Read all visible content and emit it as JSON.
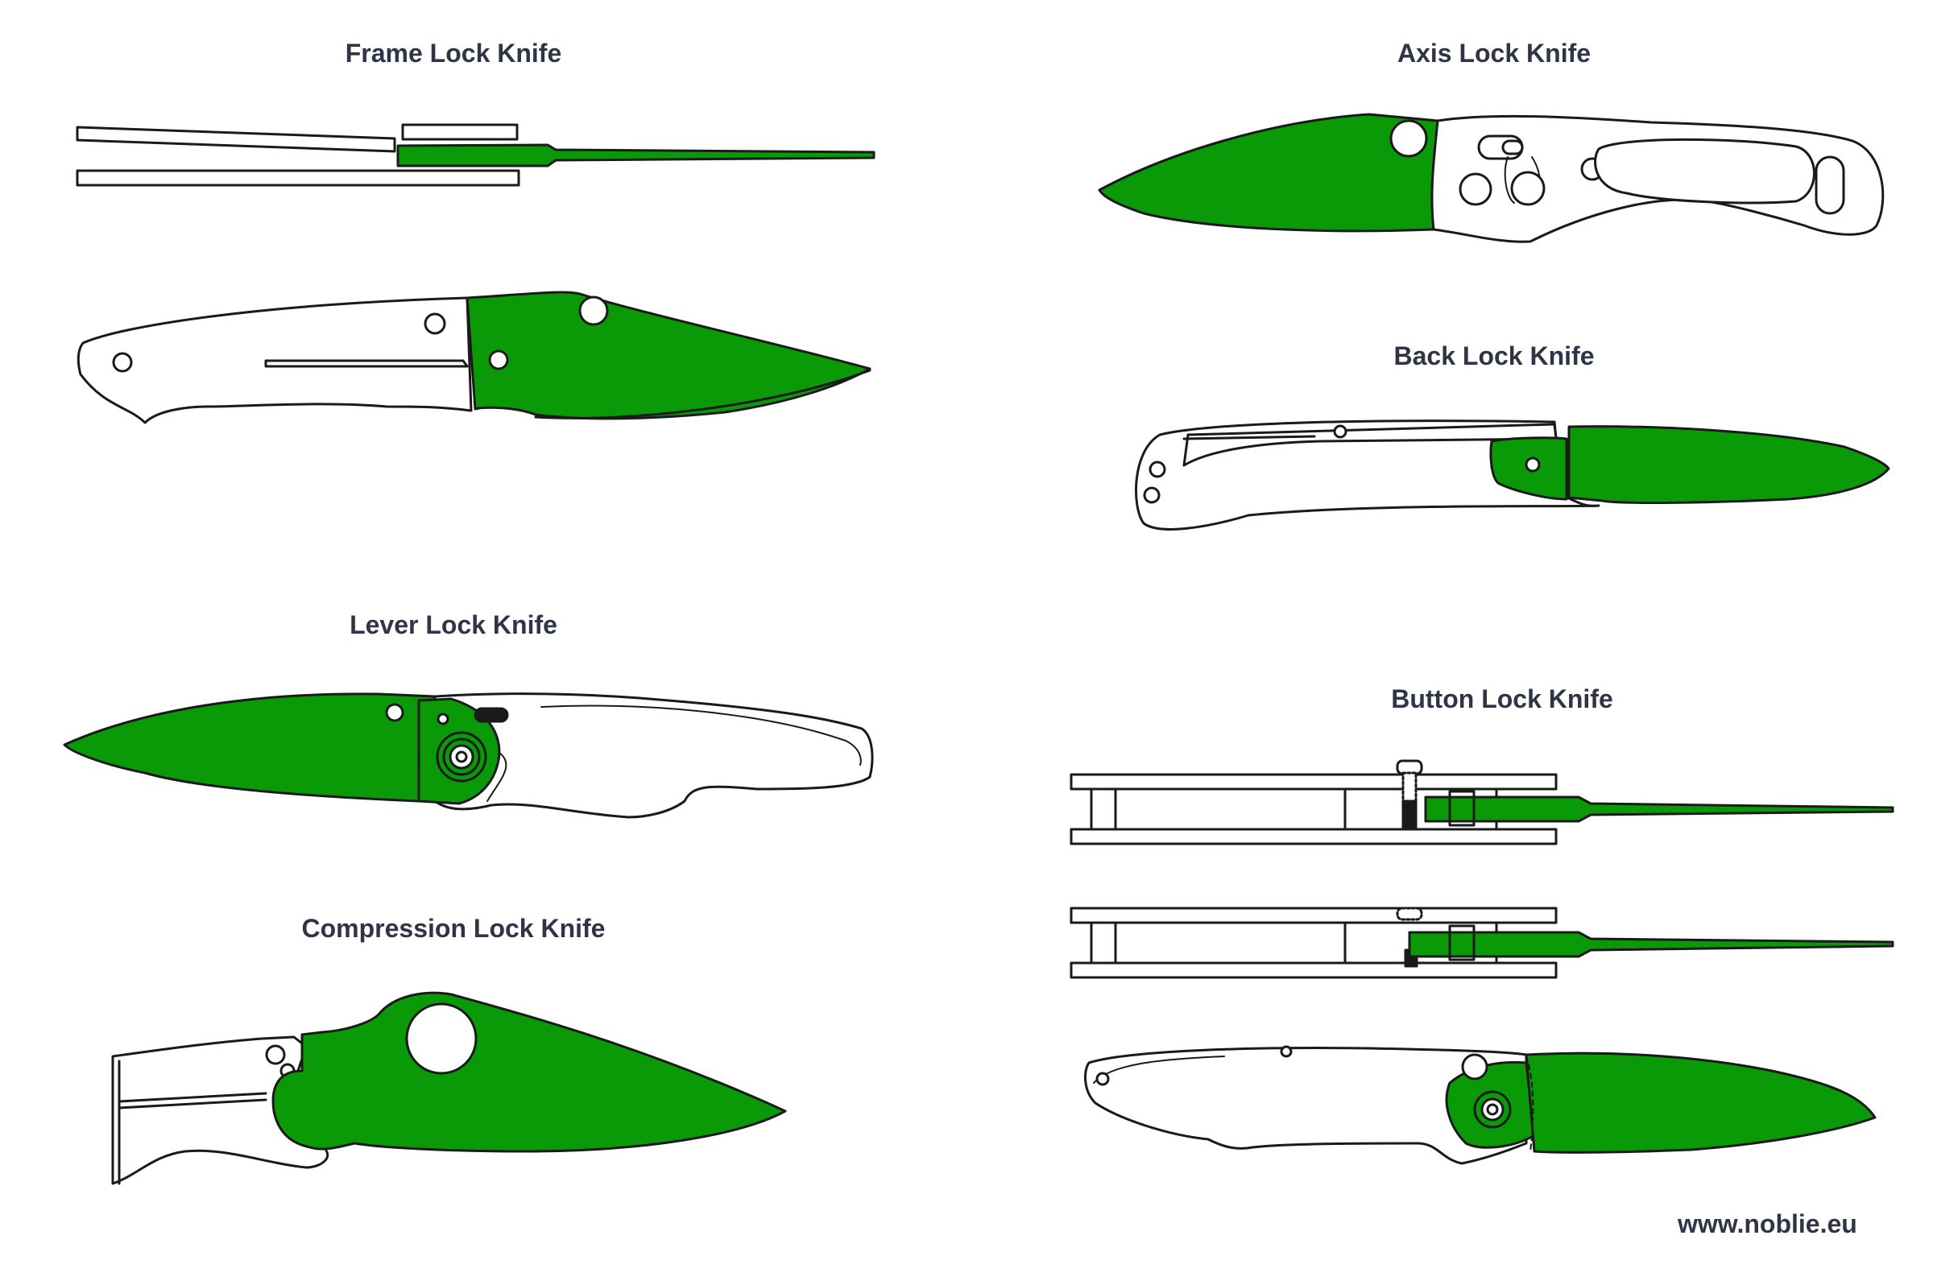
{
  "colors": {
    "blade": "#0a9a07",
    "outline": "#1a1a1a",
    "text": "#2f3547",
    "background": "#ffffff"
  },
  "titles": {
    "frame": "Frame Lock Knife",
    "axis": "Axis Lock Knife",
    "back": "Back Lock Knife",
    "lever": "Lever Lock Knife",
    "button": "Button Lock Knife",
    "compression": "Compression Lock Knife"
  },
  "website": "www.noblie.eu"
}
